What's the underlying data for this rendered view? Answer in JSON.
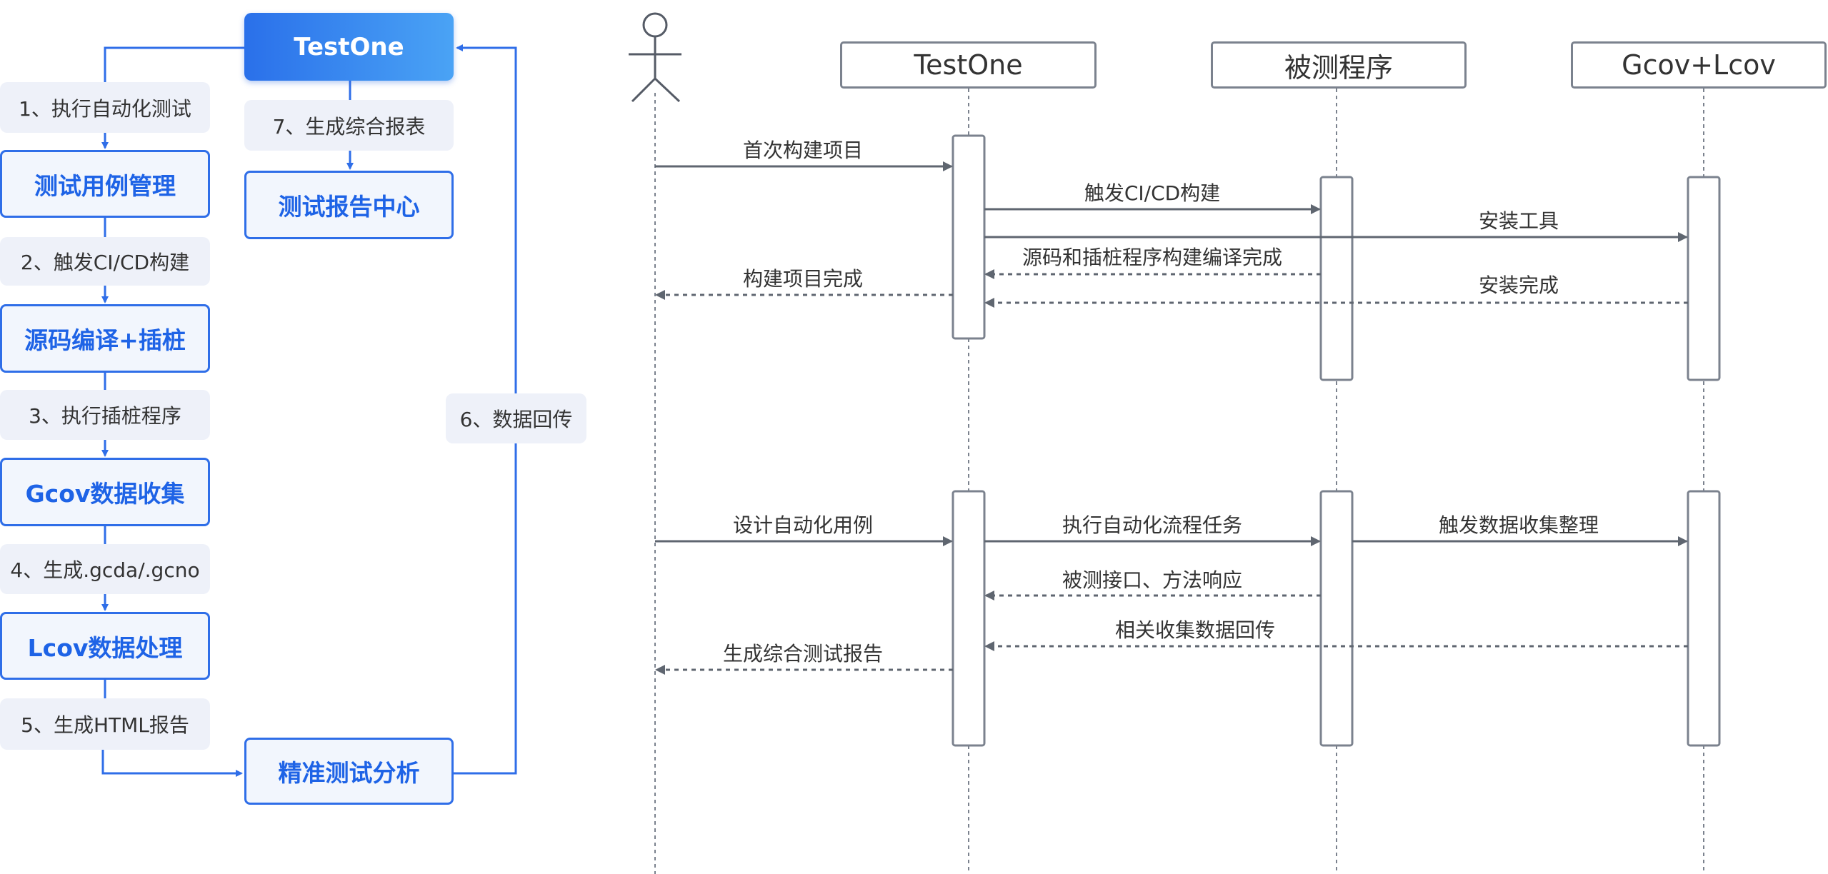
{
  "flow": {
    "start": "TestOne",
    "steps": [
      {
        "label": "1、执行自动化测试",
        "node": "测试用例管理"
      },
      {
        "label": "2、触发CI/CD构建",
        "node": "源码编译+插桩"
      },
      {
        "label": "3、执行插桩程序",
        "node": "Gcov数据收集"
      },
      {
        "label": "4、生成.gcda/.gcno",
        "node": "Lcov数据处理"
      },
      {
        "label": "5、生成HTML报告",
        "node": "精准测试分析"
      },
      {
        "label": "6、数据回传",
        "node": "TestOne"
      },
      {
        "label": "7、生成综合报表",
        "node": "测试报告中心"
      }
    ]
  },
  "sequence": {
    "participants": [
      "TestOne",
      "被测程序",
      "Gcov+Lcov"
    ],
    "messages": [
      "首次构建项目",
      "触发CI/CD构建",
      "安装工具",
      "源码和插桩程序构建编译完成",
      "构建项目完成",
      "安装完成",
      "设计自动化用例",
      "执行自动化流程任务",
      "触发数据收集整理",
      "被测接口、方法响应",
      "相关收集数据回传",
      "生成综合测试报告"
    ]
  },
  "colors": {
    "accent": "#2f6ee8",
    "node_text": "#1e63e6",
    "label_bg": "#eef1f9",
    "line_gray": "#6b7280",
    "top_gradient": [
      "#2a70ea",
      "#4aa3f5"
    ]
  }
}
